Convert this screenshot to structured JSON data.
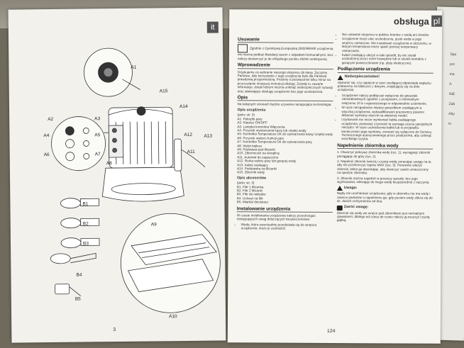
{
  "left_page": {
    "lang_tab": "it",
    "page_number": "3",
    "callouts": [
      "A1",
      "A15",
      "A14",
      "A2",
      "A3",
      "A4",
      "A5",
      "A6",
      "A7",
      "A8",
      "A12",
      "A13",
      "A11",
      "B1",
      "B2",
      "B3",
      "B4",
      "B5",
      "A9",
      "A10"
    ]
  },
  "right_page": {
    "header_word": "obsługa",
    "header_code": "pl",
    "page_number": "124",
    "disposal": {
      "title": "Usuwanie",
      "text": "Zgodnie z Dyrektywą Europejską 2002/96/WE urządzenia nie można podkać likwidacji razem z odpadami komunalnymi, lecz należy dostarczyć je do oficjalnego punktu zbiórki selektywnej."
    },
    "intro": {
      "title": "Wprowadzenie",
      "text": "Dziękujemy za wybranie naszego ekspresu do kawy. Życzymy Państwu, aby korzystanie z tego urządzenia było dla Państwa prawdziwą przyjemnością. Prosimy o poświęcenie kilku minut na przeczytanie niniejszej instrukcji obsługi. Zostały tu zawarte informacje, dzięki którym można uniknąć niebezpiecznych sytuacji oraz ułatwiające obsługę urządzenie bez jego uszkodzenia."
    },
    "opis": {
      "title": "Opis",
      "intro": "Na kolejnych stronach będzie używana następująca terminologia:",
      "device_title": "Opis urządzenia",
      "device_sub": "(patrz str. 3)",
      "device_items": [
        "A1. Pokrętło pary",
        "A2. Klawisz ON/OFF",
        "A3. Lampka kontrolna Włączenia",
        "A4. Przycisk wytwarzania kawy lub ciepłej wody",
        "A5. Kontrolka Temperatura OK do wytwarzania kawy/ ciepłej wody",
        "A6. Przycisk wyboru funkcji pary",
        "A7. Kontrolka Temperatura OK do wytwarzania pary",
        "A8. Wylot bojlera",
        "A9. Podstawa pod filiżanki",
        "A10. Zbiorniczek na skropliny",
        "A11. Automat do cappuccino",
        "A12. Rurka wylotu pary lub gorącej wody",
        "A13. Kabel zasilający",
        "A14. Podstawka na filiżanki",
        "A15. Zbiornik wody"
      ],
      "accessory_title": "Opis akcesoriów",
      "accessory_sub": "(patrz str. 3)",
      "accessory_items": [
        "B1. Filtr 1 filiżanka",
        "B2. Filtr 2 filiżanki",
        "B3. Filtr do nabojów",
        "B4. Uchwyt na filtr",
        "B5. Miarka/ dociskacz"
      ]
    },
    "install": {
      "title": "Instalowanie urządzenia",
      "text": "W czasie instalowania urządzenia należy przestrzegać następujących uwag dotyczących bezpieczeństwa:",
      "bullets": [
        "Woda, która ewentualnie przedostała się do wnętrza urządzenia, może je uszkodzić."
      ]
    },
    "col2_top": [
      "Nie ustawiać ekspresu w pobliżu kranów z wodą ani zlewów.",
      "Urządzenie może ulec uszkodzeniu, jeżeli woda w jego wnętrzu zamarznie. Nie instalować urządzenia w otoczeniu, w którym temperatura może spaść poniżej temperatury zamarzania.",
      "Kabel zasilający ułożyć w taki sposób, by nie został uszkodzony przez ostre krawędzie lub w skutek kontaktu z gorącymi powierzchniami (np. płyty elektryczne)."
    ],
    "connect": {
      "title": "Podłączenie urządzenia",
      "warning_label": "Niebezpieczeństwo!",
      "intro": "Upewnić się, czy napięcie w sieci zasilającej odpowiada napięciu podanemu na tabliczce z danymi, znajdującej się na dnie urządzenia.",
      "bullets": [
        "Urządzenie należy podłączać wyłącznie do gniazdek zainstalowanych zgodnie z przepisami, o minimalnym natężeniu 10 A i wyposażonego w odpowiednie uziemienie.",
        "W razie niezgodności między gniazdkiem zasilającym a wtyczką urządzenia, wykwalifikowani pracownicy powinni dokonać wymiany wtyczki na właściwy model.",
        "Użytkownik nie może wymieniać kabla zasilającego urządzenia, ponieważ czynność ta wymaga użycia specjalnych narzędzi. W razie uszkodzenia kabla lub w przypadku konieczności jego wymiany, zwracać się wyłącznie do Serwisu Technicznego autoryzowanego przez producenta, aby uniknąć wszelkiego ryzyka."
      ]
    },
    "fill": {
      "title": "Napełnienie zbiornika wody",
      "steps": [
        "1. Otworzyć pokrywę zbiornika wody (rys. 1), wyciągnąć zbiornik pociągając do góry (rys. 2).",
        "2. Napełnić zbiornik świeżą i czystą wodą zwracając uwagę na to, aby nie przekroczyć napisu MAX (rys. 3). Ponownie włożyć zbiornik, lekko go dociskając, aby otworzyć zawór umieszczony na spodzie zbiornika.",
        "3. Zbiornik można napełnić w prostszy sposób, bez jego wyjmowania, wlewając do niego wodę bezpośrednio z naczynia."
      ],
      "caution_label": "Uwaga:",
      "caution_text": "Nigdy nie uruchamiać urządzenia, gdy w zbiorniku nie ma wody i zawsze pamiętać o napełnieniu go, gdy poziom wody zbliża się do ok. dwóch centymetrów od dna.",
      "note_label": "Zwróć uwagę:",
      "note_text": "Zbiornie się wody we wnęce pod zbiornikiem jest normalnym zjawiskiem, dlatego od czasu do czasu należy ją osuszyć czystą gąbką."
    }
  },
  "back_page_snippets": [
    "Spo",
    "prz",
    "ma",
    "A",
    "NIE",
    "Zab",
    "Aby",
    "m"
  ]
}
